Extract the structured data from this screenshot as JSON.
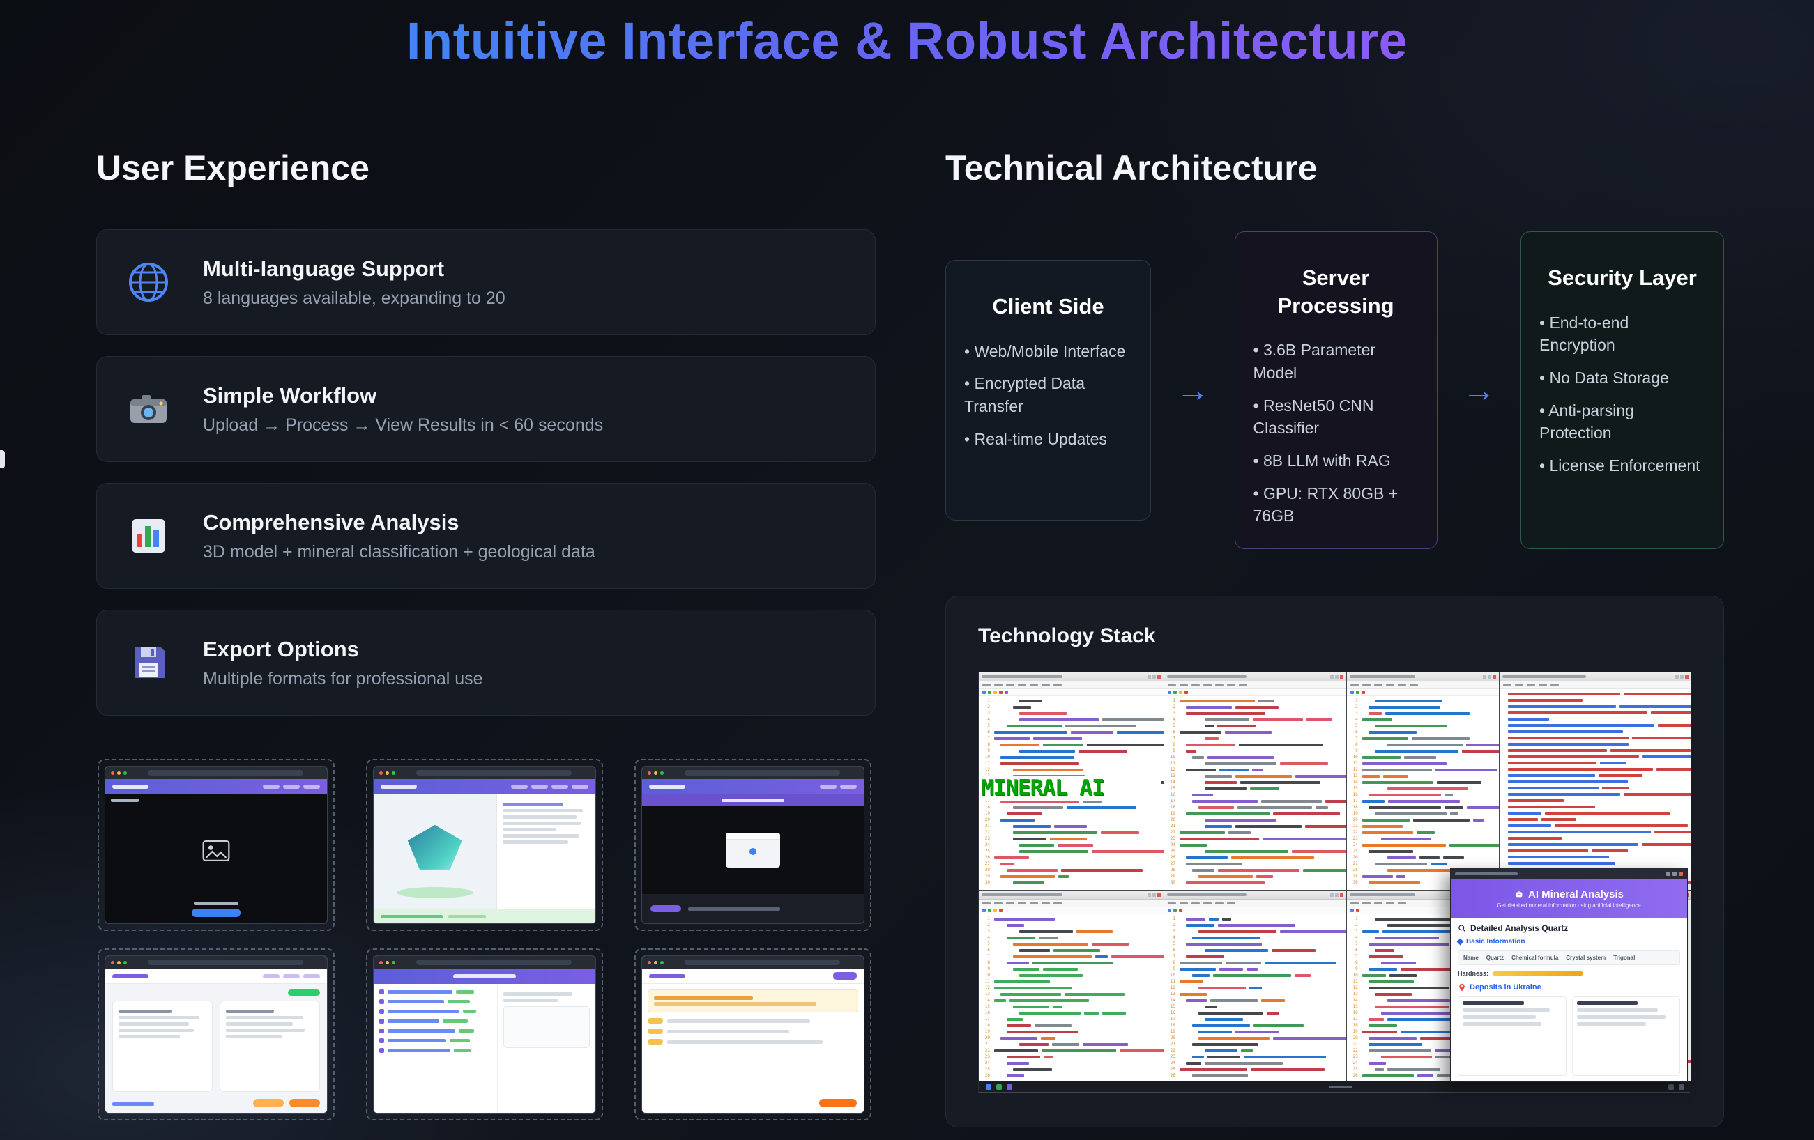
{
  "page": {
    "title": "Intuitive Interface & Robust Architecture"
  },
  "user_experience": {
    "heading": "User Experience",
    "features": [
      {
        "icon": "globe-icon",
        "title": "Multi-language Support",
        "description": "8 languages available, expanding to 20"
      },
      {
        "icon": "camera-icon",
        "title": "Simple Workflow",
        "description": "Upload → Process → View Results in < 60 seconds"
      },
      {
        "icon": "bar-chart-icon",
        "title": "Comprehensive Analysis",
        "description": "3D model + mineral classification + geological data"
      },
      {
        "icon": "floppy-disk-icon",
        "title": "Export Options",
        "description": "Multiple formats for professional use"
      }
    ]
  },
  "technical_architecture": {
    "heading": "Technical Architecture",
    "flow_arrow": "→",
    "columns": [
      {
        "title": "Client Side",
        "items": [
          "Web/Mobile Interface",
          "Encrypted Data Transfer",
          "Real-time Updates"
        ]
      },
      {
        "title": "Server Processing",
        "items": [
          "3.6B Parameter Model",
          "ResNet50 CNN Classifier",
          "8B LLM with RAG",
          "GPU: RTX 80GB + 76GB"
        ]
      },
      {
        "title": "Security Layer",
        "items": [
          "End-to-end Encryption",
          "No Data Storage",
          "Anti-parsing Protection",
          "License Enforcement"
        ]
      }
    ]
  },
  "technology_stack": {
    "heading": "Technology Stack",
    "ascii_banner": "MINERAL AI",
    "editor_palette": [
      "#b31d28",
      "#22863a",
      "#005cc5",
      "#6f42c1",
      "#e36209",
      "#24292e",
      "#6a737d",
      "#d73a49"
    ],
    "log_palette": [
      "#c5221f",
      "#1a56db"
    ],
    "overlay": {
      "title": "AI Mineral Analysis",
      "subtitle": "Get detailed mineral information using artificial intelligence",
      "analysis_heading": "Detailed Analysis Quartz",
      "basic_section": "Basic Information",
      "table_cells": [
        "Name",
        "Quartz",
        "Chemical formula",
        "Crystal system",
        "Trigonal"
      ],
      "hardness_label": "Hardness:",
      "deposits_heading": "Deposits in Ukraine"
    }
  },
  "colors": {
    "title_gradient_start": "#4285f4",
    "title_gradient_end": "#8b5cf6",
    "accent_blue": "#4f80f7",
    "banner_green": "#00a400",
    "card_background": "#151a23"
  }
}
